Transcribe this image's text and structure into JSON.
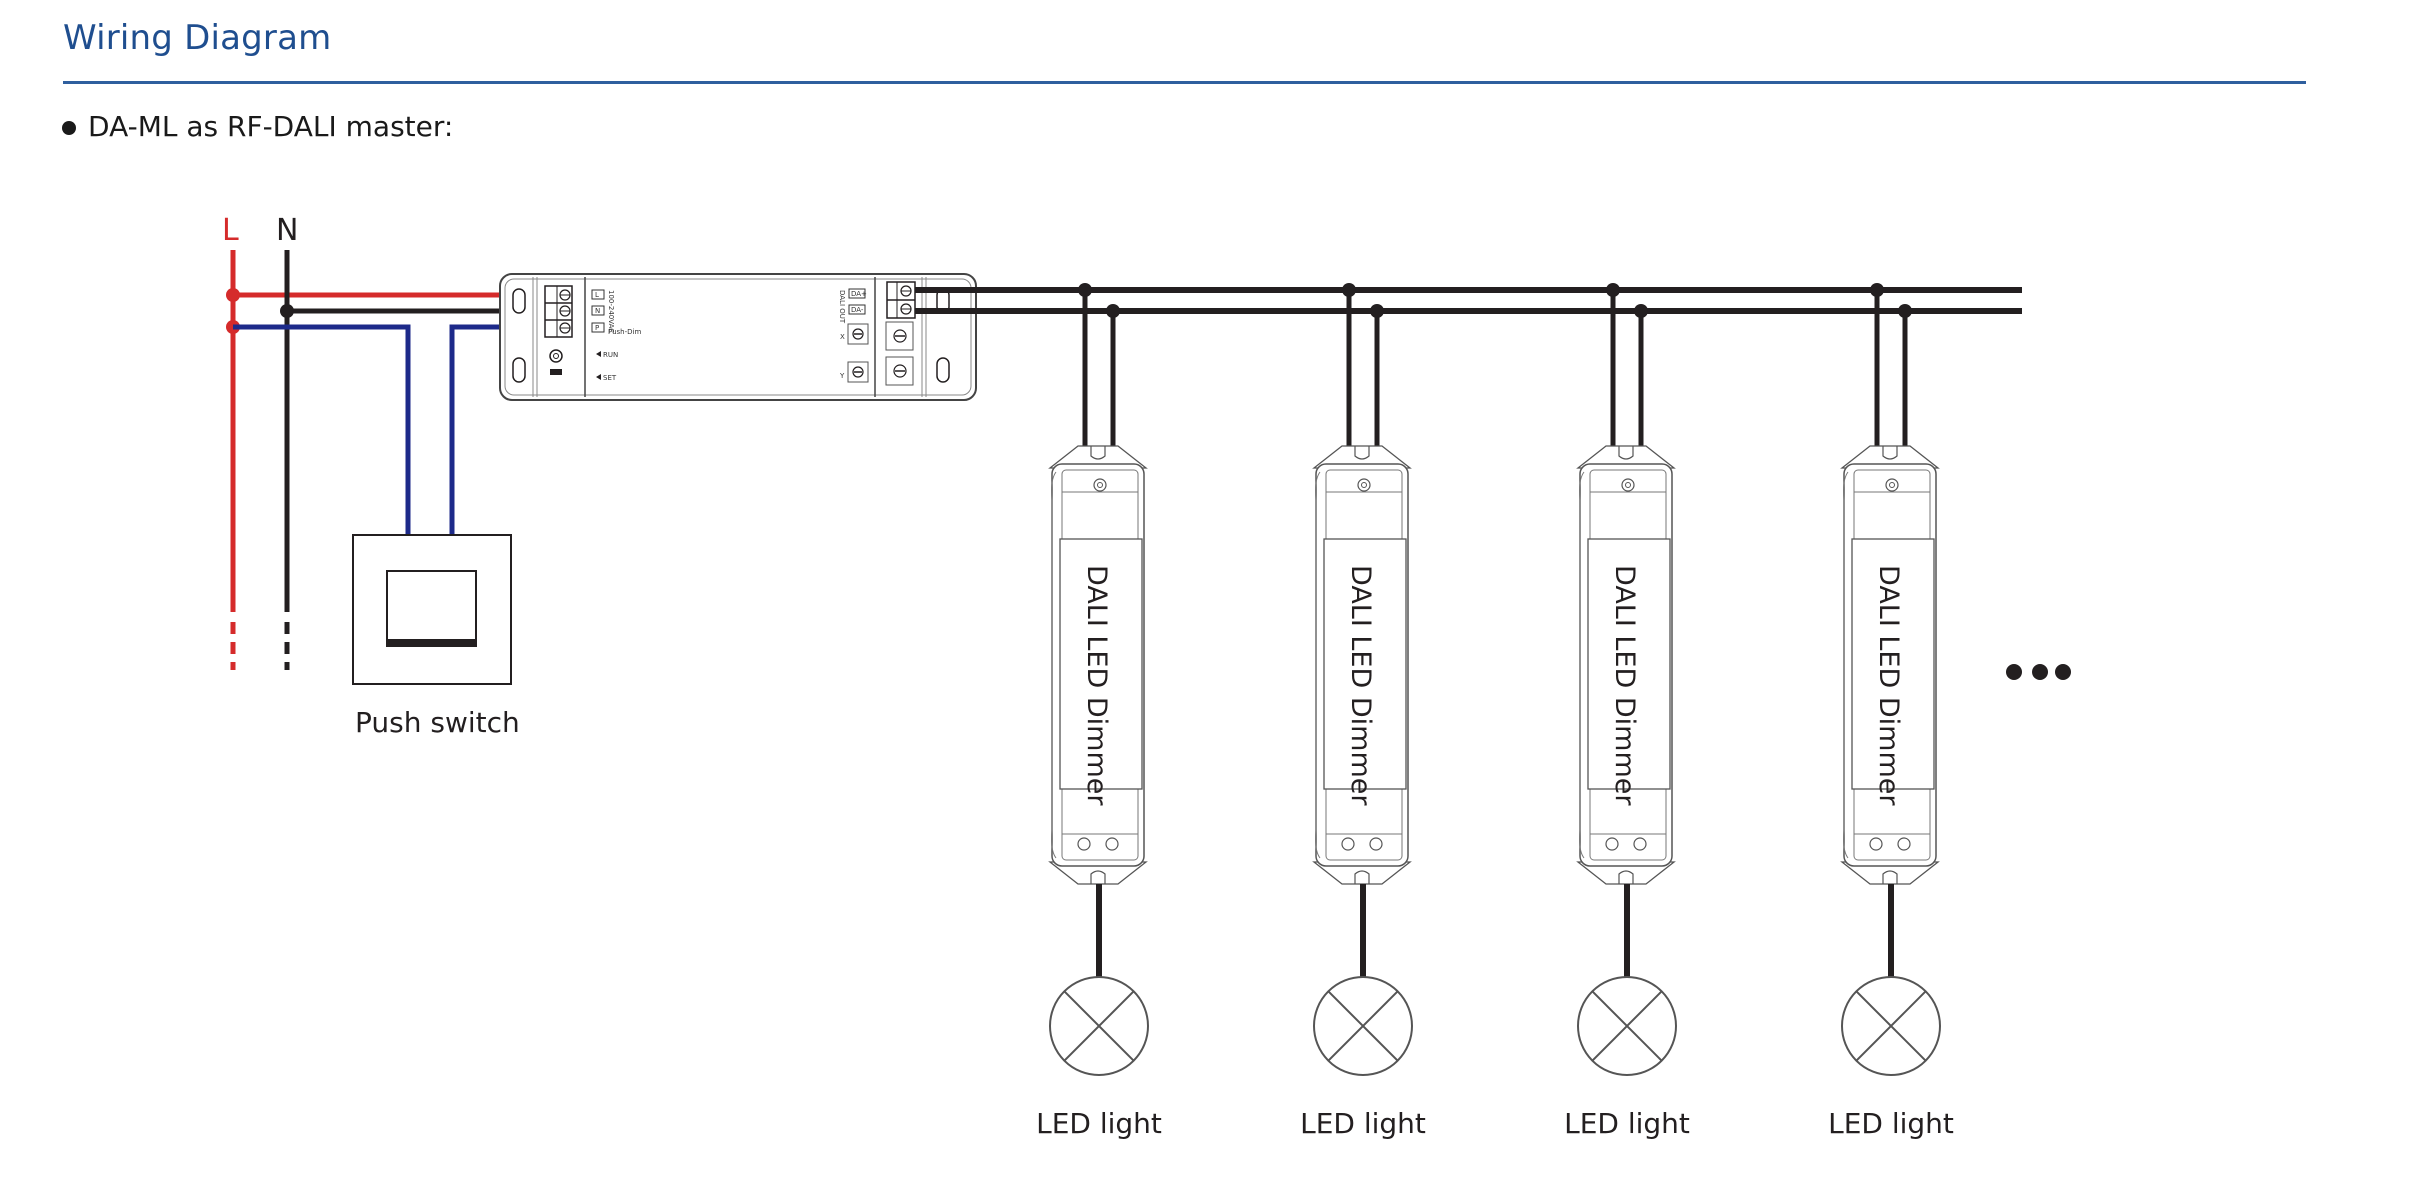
{
  "header": {
    "title": "Wiring Diagram"
  },
  "section": {
    "bullet_text": "DA-ML as RF-DALI master:"
  },
  "diagram": {
    "mains": {
      "live_label": "L",
      "neutral_label": "N"
    },
    "master_device": {
      "terminals": [
        "L",
        "N",
        "P"
      ],
      "input_rating": "100-240VAC",
      "push_label": "Push-Dim",
      "run_label": "RUN",
      "set_label": "SET",
      "output_group_label": "DALI OUT",
      "output_terminals": [
        "DA+",
        "DA-"
      ],
      "dial_x_label": "X",
      "dial_y_label": "Y"
    },
    "switch": {
      "label": "Push switch"
    },
    "dimmers": [
      {
        "label": "DALI LED Dimmer",
        "light_label": "LED light"
      },
      {
        "label": "DALI LED Dimmer",
        "light_label": "LED light"
      },
      {
        "label": "DALI LED Dimmer",
        "light_label": "LED light"
      },
      {
        "label": "DALI LED Dimmer",
        "light_label": "LED light"
      }
    ],
    "continuation": "more-devices-ellipsis"
  },
  "colors": {
    "title": "#1f4e8f",
    "rule": "#2f5f9e",
    "live_wire": "#d52b2b",
    "neutral_wire": "#231f20",
    "switch_wire": "#1d2a8a",
    "bus_wire": "#231f20",
    "outline": "#555555"
  }
}
